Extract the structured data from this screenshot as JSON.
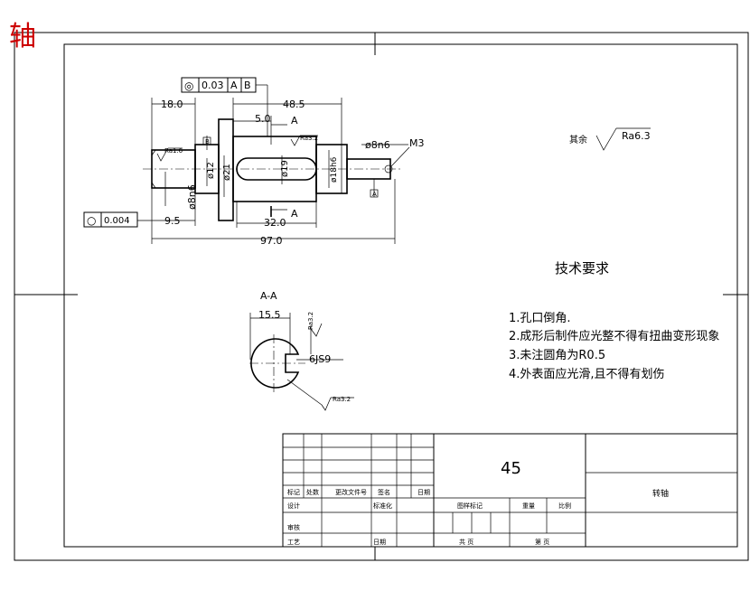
{
  "title_char": "轴",
  "gdt": {
    "coaxiality_sym": "◎",
    "coaxiality_tol": "0.03",
    "datum_a": "A",
    "datum_b": "B",
    "circularity_sym": "○",
    "circularity_tol": "0.004"
  },
  "dims": {
    "d18": "18.0",
    "d48": "48.5",
    "d5": "5.0",
    "d95": "9.5",
    "d32": "32.0",
    "d97": "97.0",
    "dia12": "ø12",
    "dia21": "ø21",
    "dia8n6_left": "ø8n6",
    "dia19": "ø19",
    "dia8n6_right": "ø8n6",
    "dia18h6": "ø18h6",
    "m3": "M3",
    "section_a_top": "A",
    "section_a_bot": "A",
    "datum_b_tag": "B",
    "datum_a_tag": "A",
    "ra_left": "Ra1.6",
    "ra_top": "Ra3.2"
  },
  "section": {
    "label": "A-A",
    "d155": "15.5",
    "ra_side": "Ra3.2",
    "keyway": "6JS9",
    "ra_bottom": "Ra3.2"
  },
  "roughness_other": {
    "label": "其余",
    "value": "Ra6.3"
  },
  "tech": {
    "title": "技术要求",
    "items": [
      "1.孔口倒角.",
      "2.成形后制件应光整不得有扭曲变形现象",
      "3.未注圆角为R0.5",
      "4.外表面应光滑,且不得有划伤"
    ]
  },
  "title_block": {
    "material": "45",
    "part_name": "转轴",
    "row_labels": [
      "标记",
      "处数",
      "更改文件号",
      "签名",
      "日期"
    ],
    "design": "设计",
    "standard": "标准化",
    "stage": "图样标记",
    "weight": "重量",
    "scale": "比例",
    "review": "审核",
    "process": "工艺",
    "date": "日期",
    "total": "共 页",
    "sheet": "第 页"
  }
}
